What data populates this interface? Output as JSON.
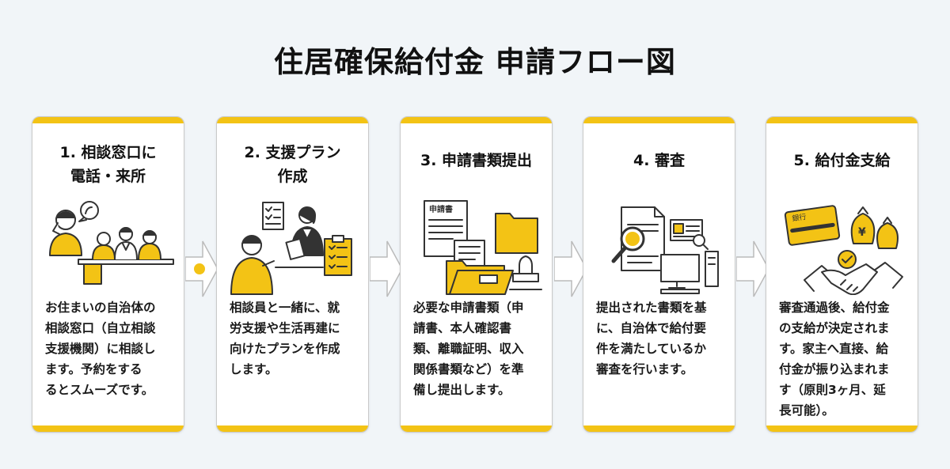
{
  "title": "住居確保給付金 申請フロー図",
  "steps": [
    {
      "title_lines": [
        "1. 相談窓口に",
        "電話・来所"
      ],
      "text_lines": [
        "お住まいの自治体の",
        "相談窓口（自立相談",
        "支援機関）に相談し",
        "ます。予約をする",
        "るとスムーズです。"
      ],
      "icon": "consultation-icon"
    },
    {
      "title_lines": [
        "2. 支援プラン",
        "作成"
      ],
      "text_lines": [
        "相談員と一緒に、就",
        "労支援や生活再建に",
        "向けたプランを作成",
        "します。"
      ],
      "icon": "plan-icon"
    },
    {
      "title_lines": [
        "3. 申請書類提出"
      ],
      "text_lines": [
        "必要な申請書類（申",
        "請書、本人確認書",
        "類、離職証明、収入",
        "関係書類など）を準",
        "備し提出します。"
      ],
      "icon": "documents-icon",
      "doc_label": "申請書"
    },
    {
      "title_lines": [
        "4. 審査"
      ],
      "text_lines": [
        "提出された書類を基",
        "に、自治体で給付要",
        "件を満たしているか",
        "審査を行います。"
      ],
      "icon": "review-icon"
    },
    {
      "title_lines": [
        "5. 給付金支給"
      ],
      "text_lines": [
        "審査通過後、給付金",
        "の支給が決定されま",
        "す。家主へ直接、給",
        "付金が振り込まれま",
        "す（原則3ヶ月、延",
        "長可能）。"
      ],
      "icon": "payment-icon",
      "card_label": "銀行",
      "yen": "¥"
    }
  ],
  "colors": {
    "accent": "#f3c315",
    "line": "#333333",
    "background": "#f1f5f8"
  }
}
